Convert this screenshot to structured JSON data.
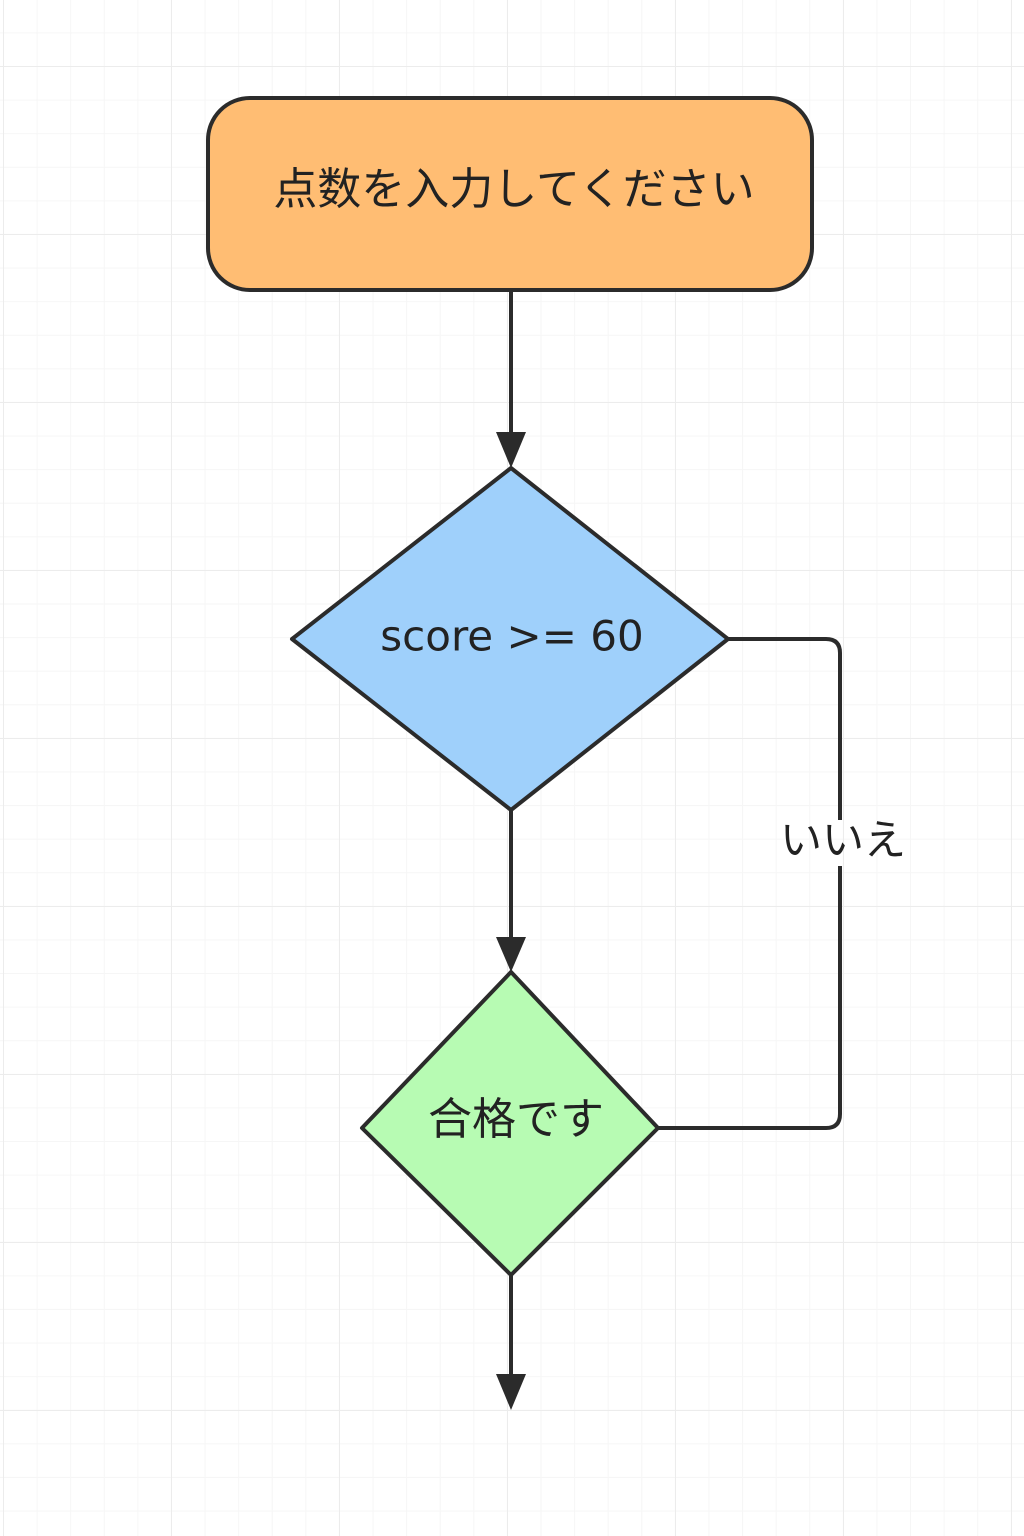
{
  "nodes": {
    "start": {
      "label": "点数を入力してください",
      "fill": "#ffbd73"
    },
    "decision": {
      "label": "score >= 60",
      "fill": "#9fd0fb"
    },
    "pass": {
      "label": "合格です",
      "fill": "#b7fbb3"
    }
  },
  "edges": {
    "no_label": "いいえ"
  },
  "colors": {
    "stroke": "#2b2b2b",
    "text": "#222222",
    "grid": "#ececec"
  }
}
